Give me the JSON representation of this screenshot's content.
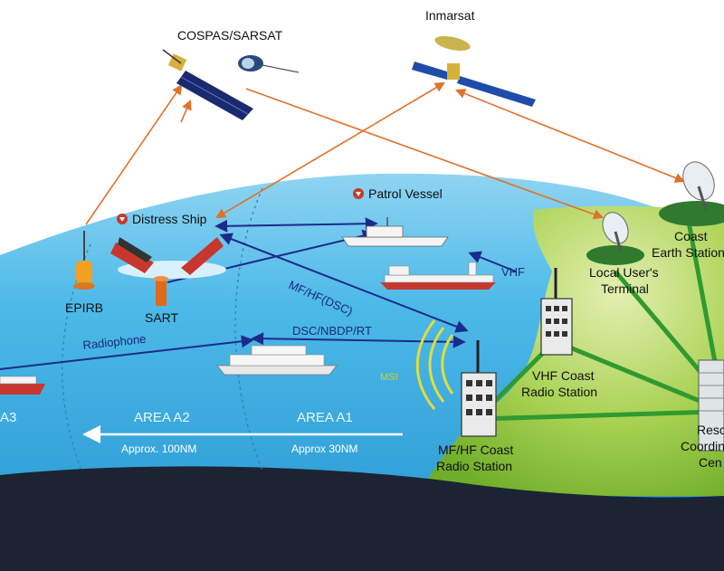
{
  "labels": {
    "cospas": "COSPAS/SARSAT",
    "inmarsat": "Inmarsat",
    "distress_ship": "Distress Ship",
    "patrol_vessel": "Patrol Vessel",
    "epirb": "EPIRB",
    "sart": "SART",
    "mf_hf_dsc": "MF/HF(DSC)",
    "dsc_nbdp_rt": "DSC/NBDP/RT",
    "radiophone": "Radiophone",
    "vhf": "VHF",
    "msi": "MSI",
    "area_a1": "AREA A1",
    "area_a2": "AREA A2",
    "area_a3": "A3",
    "approx_100": "Approx. 100NM",
    "approx_30": "Approx 30NM",
    "mfhf_station_1": "MF/HF Coast",
    "mfhf_station_2": "Radio Station",
    "vhf_station_1": "VHF Coast",
    "vhf_station_2": "Radio Station",
    "local_user_1": "Local User's",
    "local_user_2": "Terminal",
    "coast_earth_1": "Coast",
    "coast_earth_2": "Earth Station",
    "rcc_1": "Resc",
    "rcc_2": "Coordin",
    "rcc_3": "Cen"
  },
  "colors": {
    "sky": "#ffffff",
    "sea": "#49b8e8",
    "sea_light": "#bfe6f7",
    "land": "#8cc43c",
    "land_light": "#d3e69a",
    "dark_bottom": "#1c2433",
    "orange_link": "#e0722a",
    "blue_link": "#1c2a8c",
    "green_link": "#2f9a2f"
  },
  "icons": [
    "satellite-icon",
    "ship-icon",
    "buoy-icon",
    "tower-icon",
    "dish-icon",
    "building-icon",
    "warning-icon"
  ]
}
